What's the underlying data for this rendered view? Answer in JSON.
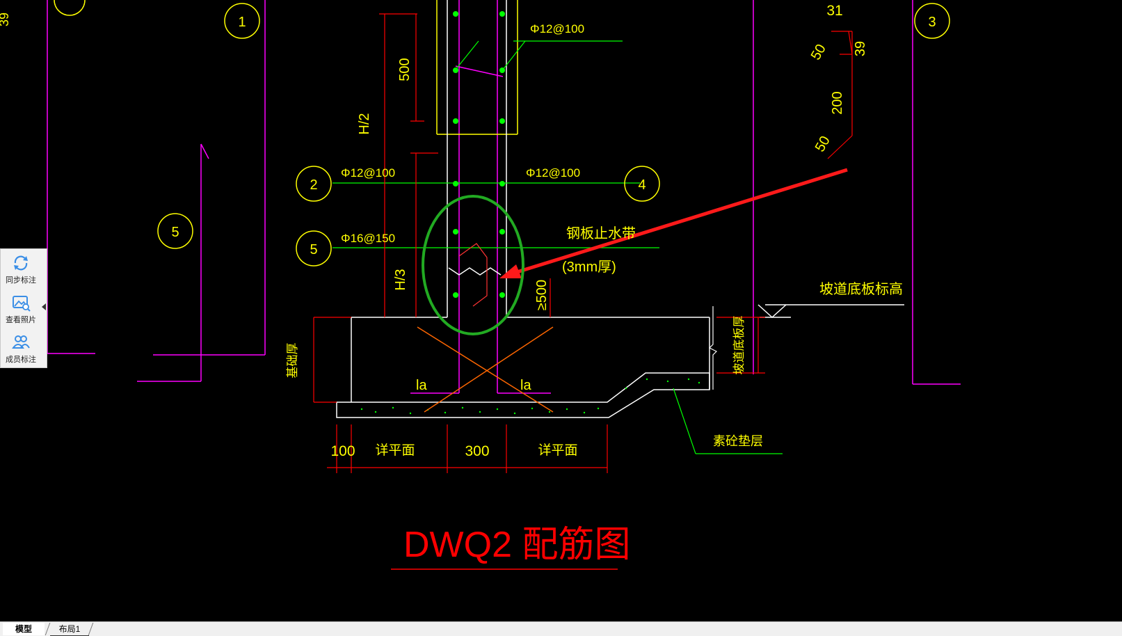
{
  "colors": {
    "background": "#000000",
    "yellow": "#ffff00",
    "green": "#00ff00",
    "magenta": "#ff00ff",
    "red": "#ff0000",
    "white": "#ffffff",
    "orange": "#ff6600",
    "callout_green": "#22aa22"
  },
  "drawing": {
    "title": "DWQ2 配筋图",
    "markers": {
      "m1": "1",
      "m2": "2",
      "m3": "3",
      "m4": "4",
      "m5_left": "5",
      "m5_mid": "5"
    },
    "rebar": {
      "top": "Φ12@100",
      "left_2": "Φ12@100",
      "right_4": "Φ12@100",
      "left_5": "Φ16@150"
    },
    "waterstop": {
      "name": "钢板止水带",
      "thickness": "(3mm厚)"
    },
    "dimensions": {
      "d500": "500",
      "h_half": "H/2",
      "h_third": "H/3",
      "ge500": "≥500",
      "la_left": "la",
      "la_right": "la",
      "d100": "100",
      "d300": "300",
      "detail_left": "详平面",
      "detail_right": "详平面",
      "base_thick": "基础厚",
      "ramp_thick": "坡道底板厚",
      "ramp_elev": "坡道底板标高",
      "lean_concrete": "素砼垫层",
      "n31": "31",
      "n39a": "39",
      "n50a": "50",
      "n200": "200",
      "n50b": "50",
      "n39_edge": "39"
    }
  },
  "side_panel": {
    "sync": "同步标注",
    "photos": "查看照片",
    "members": "成员标注"
  },
  "tabs": {
    "model": "模型",
    "layout1": "布局1"
  }
}
